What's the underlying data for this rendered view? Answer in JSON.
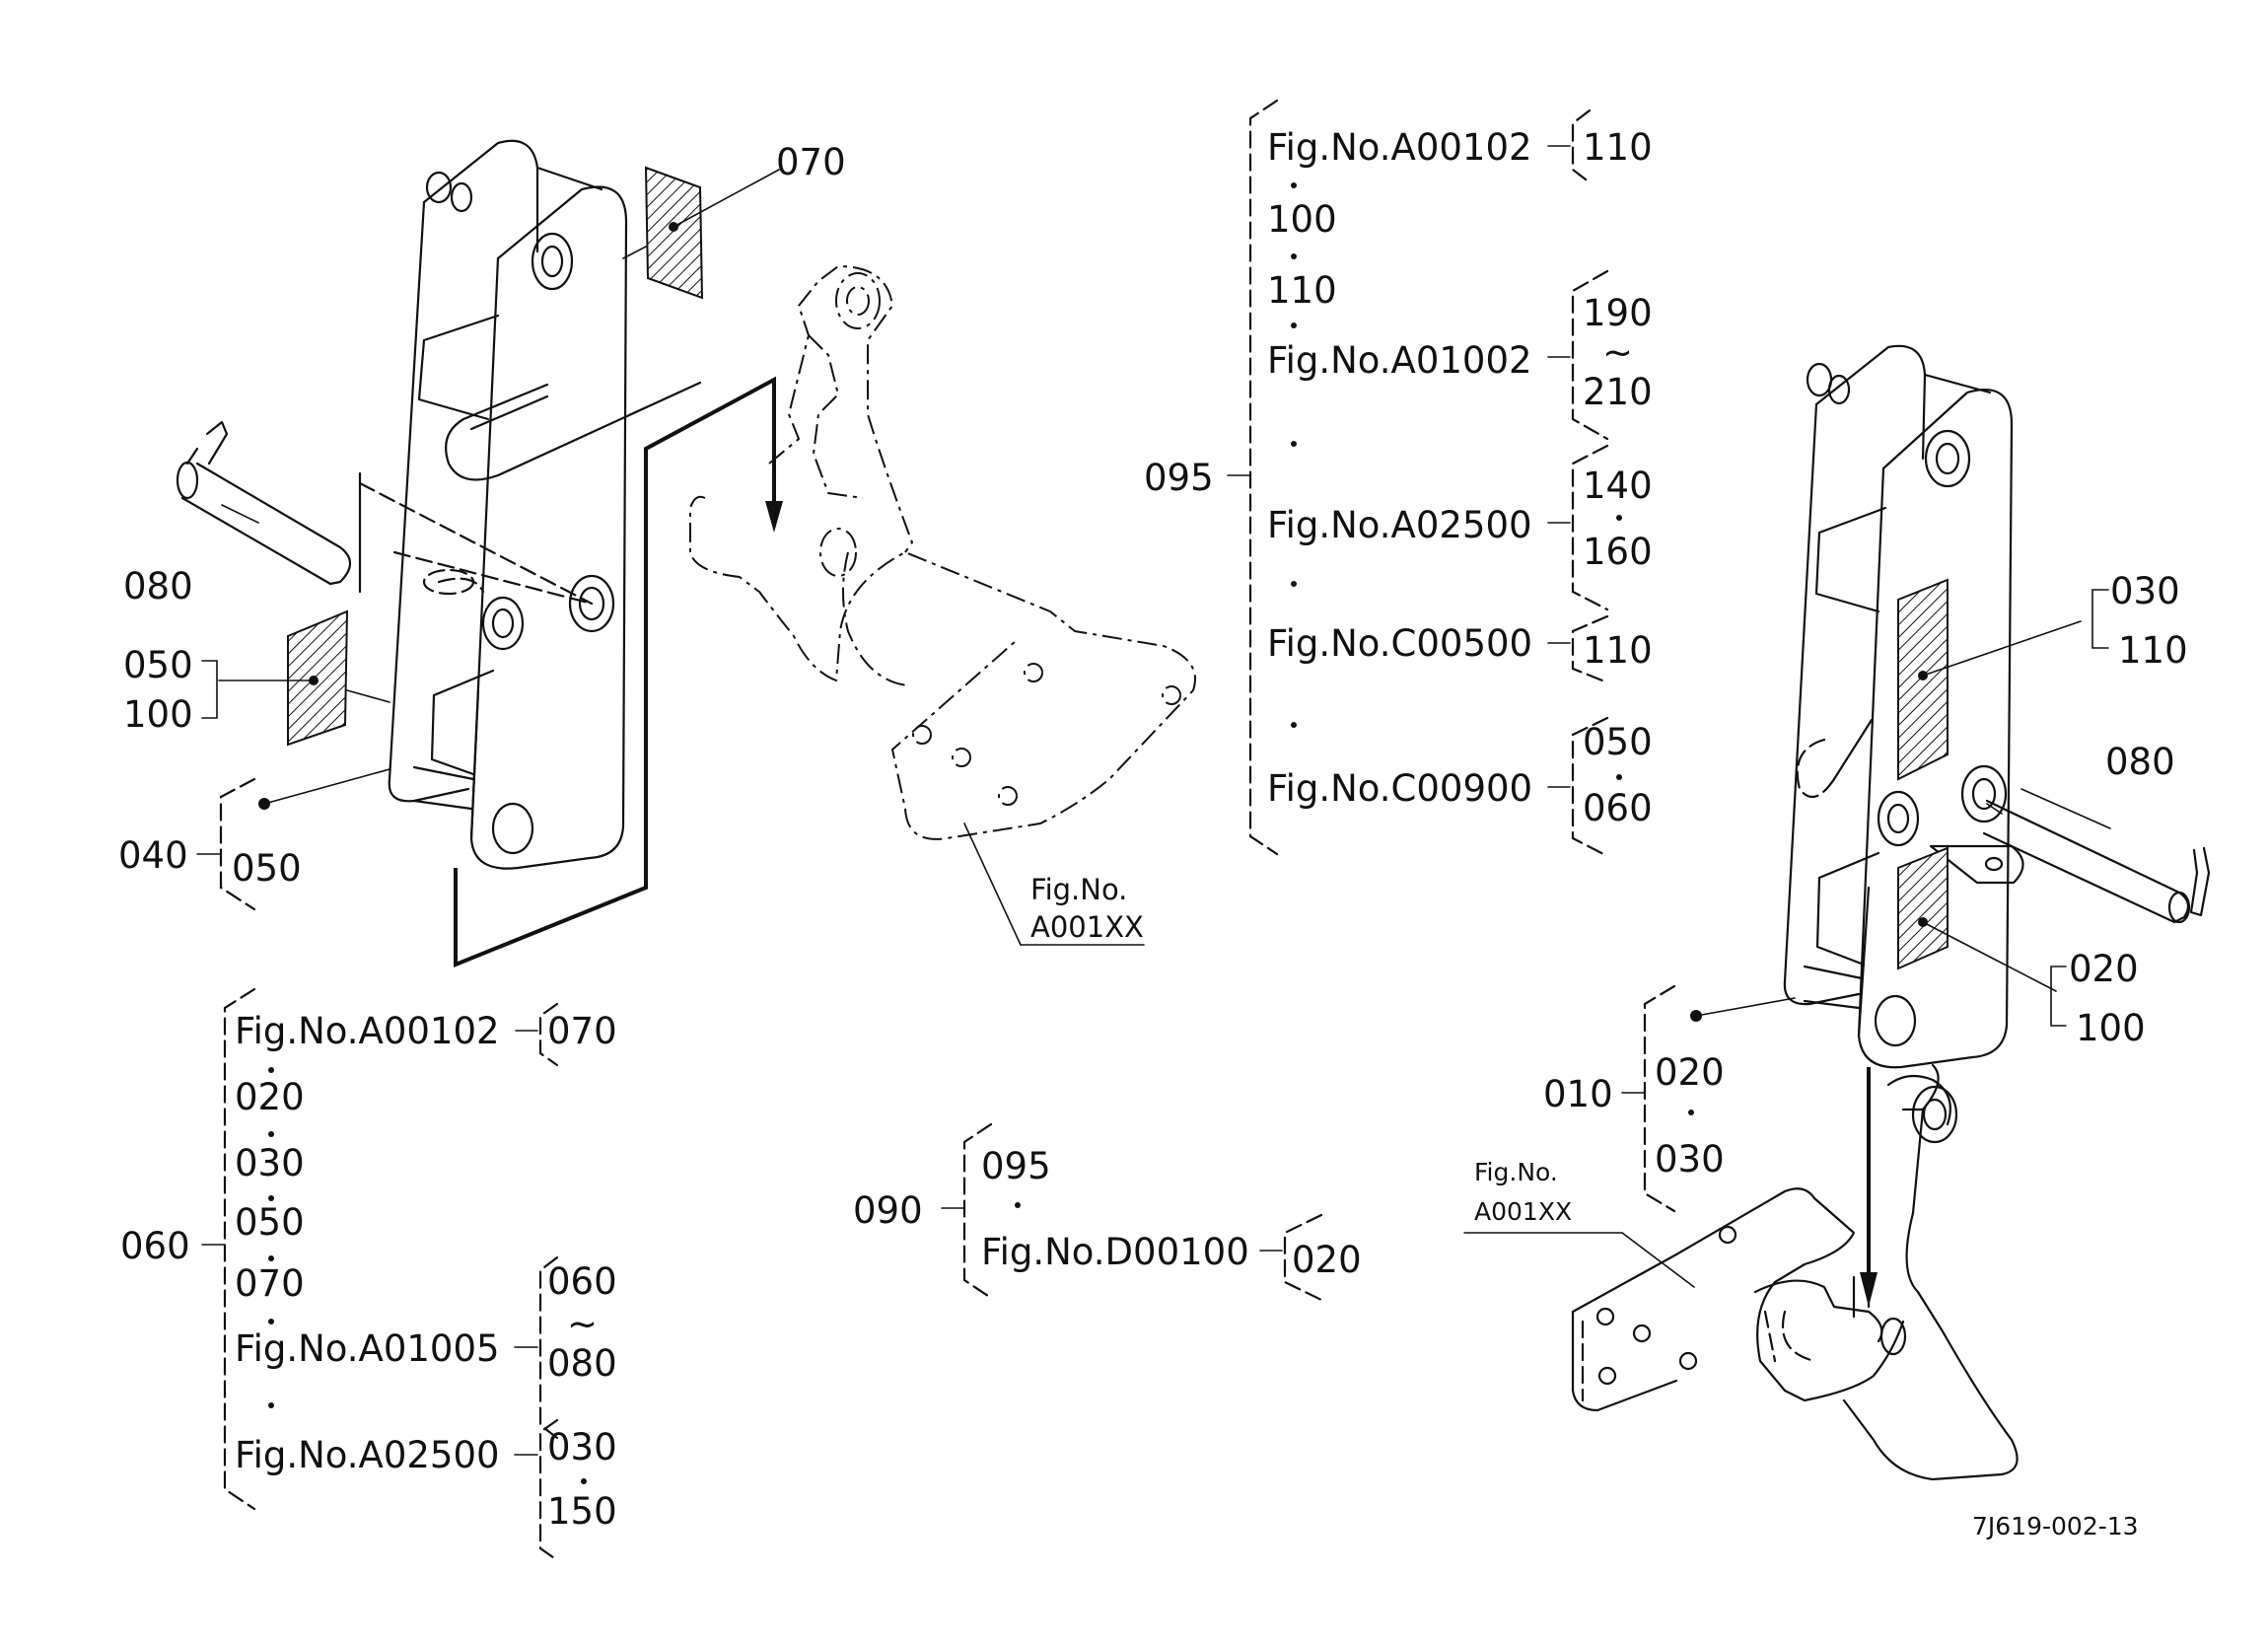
{
  "diagram_code": "7J619-002-13",
  "fig_ref": {
    "line1": "Fig.No.",
    "line2": "A001XX"
  },
  "left_assembly": {
    "label_070": "070",
    "label_080": "080",
    "label_050": "050",
    "label_100": "100",
    "label_040": "040",
    "sub_040_050": "050"
  },
  "group_060": {
    "label": "060",
    "items": {
      "fig_a00102": "Fig.No.A00102",
      "fig_a00102_ref": "070",
      "i020": "020",
      "i030": "030",
      "i050": "050",
      "i070": "070",
      "fig_a01005": "Fig.No.A01005",
      "fig_a01005_from": "060",
      "fig_a01005_to": "080",
      "fig_a02500": "Fig.No.A02500",
      "fig_a02500_a": "030",
      "fig_a02500_b": "150"
    }
  },
  "group_095": {
    "label": "095",
    "items": {
      "fig_a00102": "Fig.No.A00102",
      "fig_a00102_ref": "110",
      "i100": "100",
      "i110": "110",
      "fig_a01002": "Fig.No.A01002",
      "fig_a01002_from": "190",
      "fig_a01002_to": "210",
      "fig_a02500": "Fig.No.A02500",
      "fig_a02500_a": "140",
      "fig_a02500_b": "160",
      "fig_c00500": "Fig.No.C00500",
      "fig_c00500_ref": "110",
      "fig_c00900": "Fig.No.C00900",
      "fig_c00900_a": "050",
      "fig_c00900_b": "060"
    }
  },
  "group_090": {
    "label": "090",
    "item_095": "095",
    "fig_d00100": "Fig.No.D00100",
    "fig_d00100_ref": "020"
  },
  "right_assembly": {
    "label_030": "030",
    "label_110": "110",
    "label_080": "080",
    "label_020": "020",
    "label_100": "100",
    "label_010": "010",
    "sub_010_a": "020",
    "sub_010_b": "030"
  },
  "range_symbol": "~"
}
